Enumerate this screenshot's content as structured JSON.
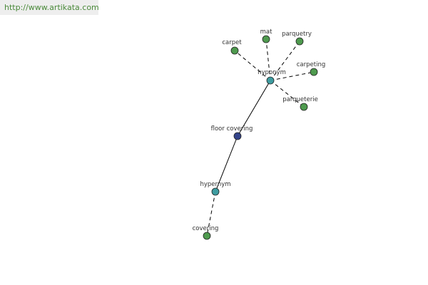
{
  "source_url": "http://www.artikata.com",
  "colors": {
    "leaf": "#4e9a4e",
    "relation": "#3e9ca0",
    "center": "#34448a",
    "edge": "#000000"
  },
  "graph": {
    "nodes": [
      {
        "id": "floor-covering",
        "label": "floor covering",
        "role": "center"
      },
      {
        "id": "hyponym",
        "label": "hyponym",
        "role": "relation"
      },
      {
        "id": "hypernym",
        "label": "hypernym",
        "role": "relation"
      },
      {
        "id": "carpet",
        "label": "carpet",
        "role": "leaf"
      },
      {
        "id": "mat",
        "label": "mat",
        "role": "leaf"
      },
      {
        "id": "parquetry",
        "label": "parquetry",
        "role": "leaf"
      },
      {
        "id": "carpeting",
        "label": "carpeting",
        "role": "leaf"
      },
      {
        "id": "parqueterie",
        "label": "parqueterie",
        "role": "leaf"
      },
      {
        "id": "covering",
        "label": "covering",
        "role": "leaf"
      }
    ],
    "edges": [
      {
        "from": "floor-covering",
        "to": "hyponym",
        "style": "solid"
      },
      {
        "from": "floor-covering",
        "to": "hypernym",
        "style": "solid"
      },
      {
        "from": "hyponym",
        "to": "carpet",
        "style": "dashed"
      },
      {
        "from": "hyponym",
        "to": "mat",
        "style": "dashed"
      },
      {
        "from": "hyponym",
        "to": "parquetry",
        "style": "dashed"
      },
      {
        "from": "hyponym",
        "to": "carpeting",
        "style": "dashed"
      },
      {
        "from": "hyponym",
        "to": "parqueterie",
        "style": "dashed"
      },
      {
        "from": "hypernym",
        "to": "covering",
        "style": "dashed"
      }
    ]
  }
}
